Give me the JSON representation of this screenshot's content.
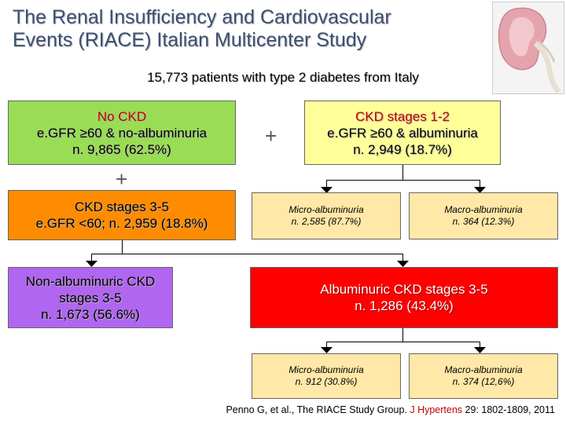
{
  "title_line1": "The Renal Insufficiency and Cardiovascular",
  "title_line2": "Events (RIACE) Italian Multicenter Study",
  "subtitle": "15,773 patients with type 2 diabetes from Italy",
  "no_ckd": {
    "line1": "No CKD",
    "line2": "e.GFR ≥60 & no-albuminuria",
    "line3": "n. 9,865 (62.5%)"
  },
  "ckd12": {
    "line1": "CKD stages 1-2",
    "line2": "e.GFR ≥60 & albuminuria",
    "line3": "n. 2,949 (18.7%)"
  },
  "ckd35": {
    "line1": "CKD stages 3-5",
    "line2": "e.GFR <60; n. 2,959 (18.8%)"
  },
  "micro_top": {
    "line1": "Micro-albuminuria",
    "line2": "n. 2,585 (87.7%)"
  },
  "macro_top": {
    "line1": "Macro-albuminuria",
    "line2": "n. 364 (12.3%)"
  },
  "nonalb": {
    "line1": "Non-albuminuric CKD",
    "line2": "stages 3-5",
    "line3": "n. 1,673 (56.6%)"
  },
  "alb35": {
    "line1": "Albuminuric CKD stages 3-5",
    "line2": "n. 1,286 (43.4%)"
  },
  "micro_bottom": {
    "line1": "Micro-albuminuria",
    "line2": "n. 912 (30.8%)"
  },
  "macro_bottom": {
    "line1": "Macro-albuminuria",
    "line2": "n. 374 (12,6%)"
  },
  "plus_symbol": "+",
  "citation": {
    "authors": "Penno G, et al., The RIACE Study Group. ",
    "journal": "J Hypertens",
    "ref": " 29: 1802-1809, 2011"
  },
  "colors": {
    "no_ckd": "#99dd55",
    "ckd12": "#ffff99",
    "ckd35": "#ff8c00",
    "small_boxes": "#ffe8a8",
    "nonalb": "#b066f0",
    "alb35": "#ff0000",
    "title": "#3d4e72",
    "journal": "#c00000"
  },
  "icons": {
    "kidney": "kidney-icon"
  }
}
